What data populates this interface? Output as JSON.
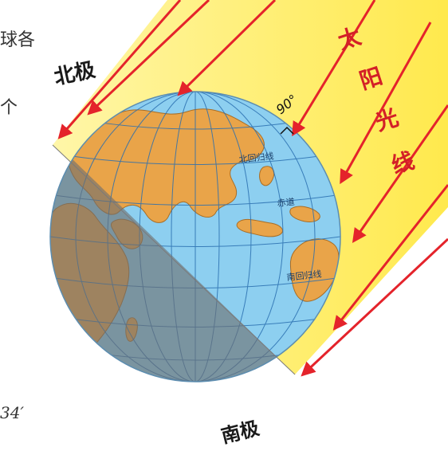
{
  "left_text": {
    "fragment_1": "球各",
    "fragment_2": "个",
    "fragment_3": "34′"
  },
  "labels": {
    "north_pole": "北极",
    "south_pole": "南极",
    "sun_rays": [
      "太",
      "阳",
      "光",
      "线"
    ],
    "angle": "90°",
    "tropic_cancer": "北回归线",
    "equator": "赤道",
    "tropic_capricorn": "南回归线"
  },
  "colors": {
    "sunlight": "#fff27a",
    "ray": "#e4232b",
    "ocean": "#8dcff0",
    "land": "#e9a449",
    "night": "#6f6f6f",
    "grid": "#2a6fb0",
    "label": "#d32027"
  }
}
